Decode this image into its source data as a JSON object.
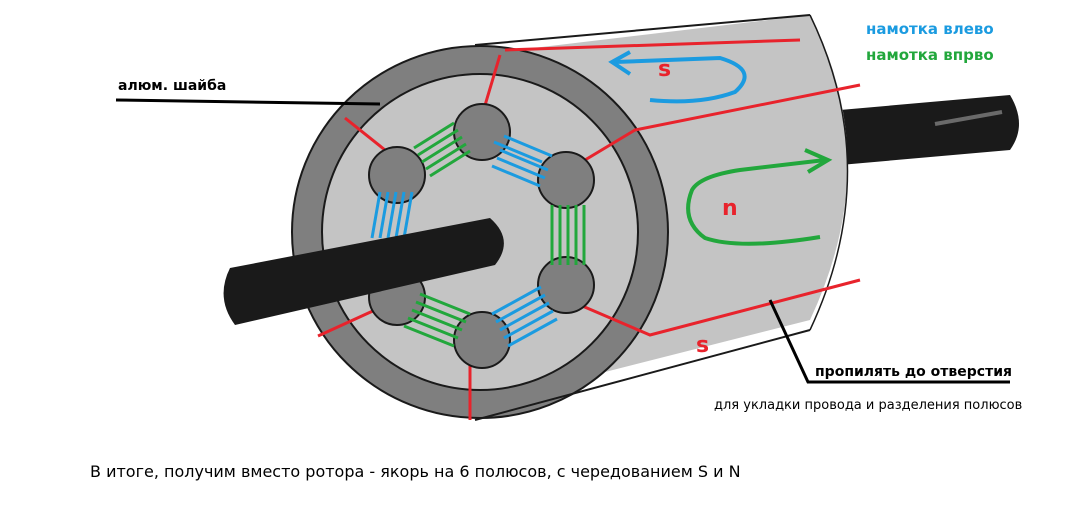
{
  "legend": {
    "winding_left": "намотка влево",
    "winding_right": "намотка впрво"
  },
  "labels": {
    "washer": "алюм. шайба",
    "cut": "пропилять до отверстия",
    "purpose": "для укладки провода и разделения полюсов",
    "summary": "В итоге, получим вместо ротора - якорь на 6 полюсов, с чередованием S и N"
  },
  "poles": {
    "top": "s",
    "middle": "n",
    "bottom": "s"
  },
  "colors": {
    "left_winding": "#1b9be0",
    "right_winding": "#22a73c",
    "cut_line": "#e8232c",
    "washer_outer": "#7f7f7f",
    "cylinder": "#c4c4c4",
    "shaft": "#1a1a1a"
  }
}
